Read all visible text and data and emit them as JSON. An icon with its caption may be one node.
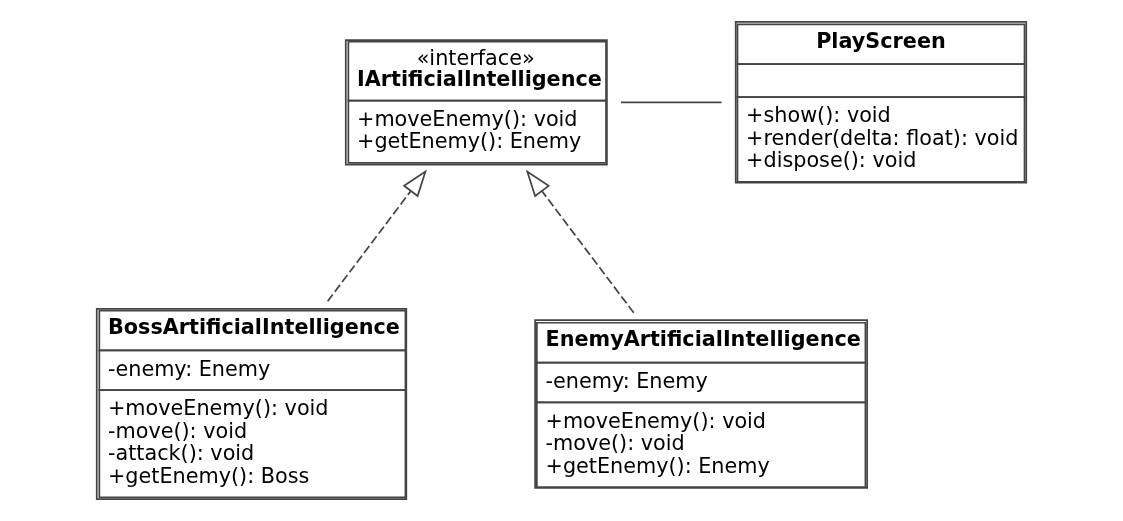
{
  "diagram": {
    "nodes": [
      {
        "text": [
          "«interface»",
          "IArtificialIntelligence",
          "+moveEnemy(): void +getEnemy(): Enemy"
        ]
      },
      {
        "text": [
          "PlayScreen",
          "+show(): void +render(delta: float): void +dispose(): void"
        ]
      },
      {
        "text": [
          "BossArtificialIntelligence",
          "-enemy: Enemy",
          "+moveEnemy(): void -move(): void -attack(): void +getEnemy(): Boss"
        ]
      },
      {
        "text": [
          "EnemyArtificialIntelligence",
          "-enemy: Enemy",
          "+moveEnemy(): void -move(): void +getEnemy(): Enemy"
        ]
      }
    ],
    "edges": [
      {
        "from": 2,
        "to": 0,
        "arrow": "to",
        "style": "dashed"
      },
      {
        "from": 3,
        "to": 0,
        "arrow": "to",
        "style": "dashed"
      },
      {
        "from": 0,
        "to": 1,
        "arrow": "none"
      }
    ]
  }
}
